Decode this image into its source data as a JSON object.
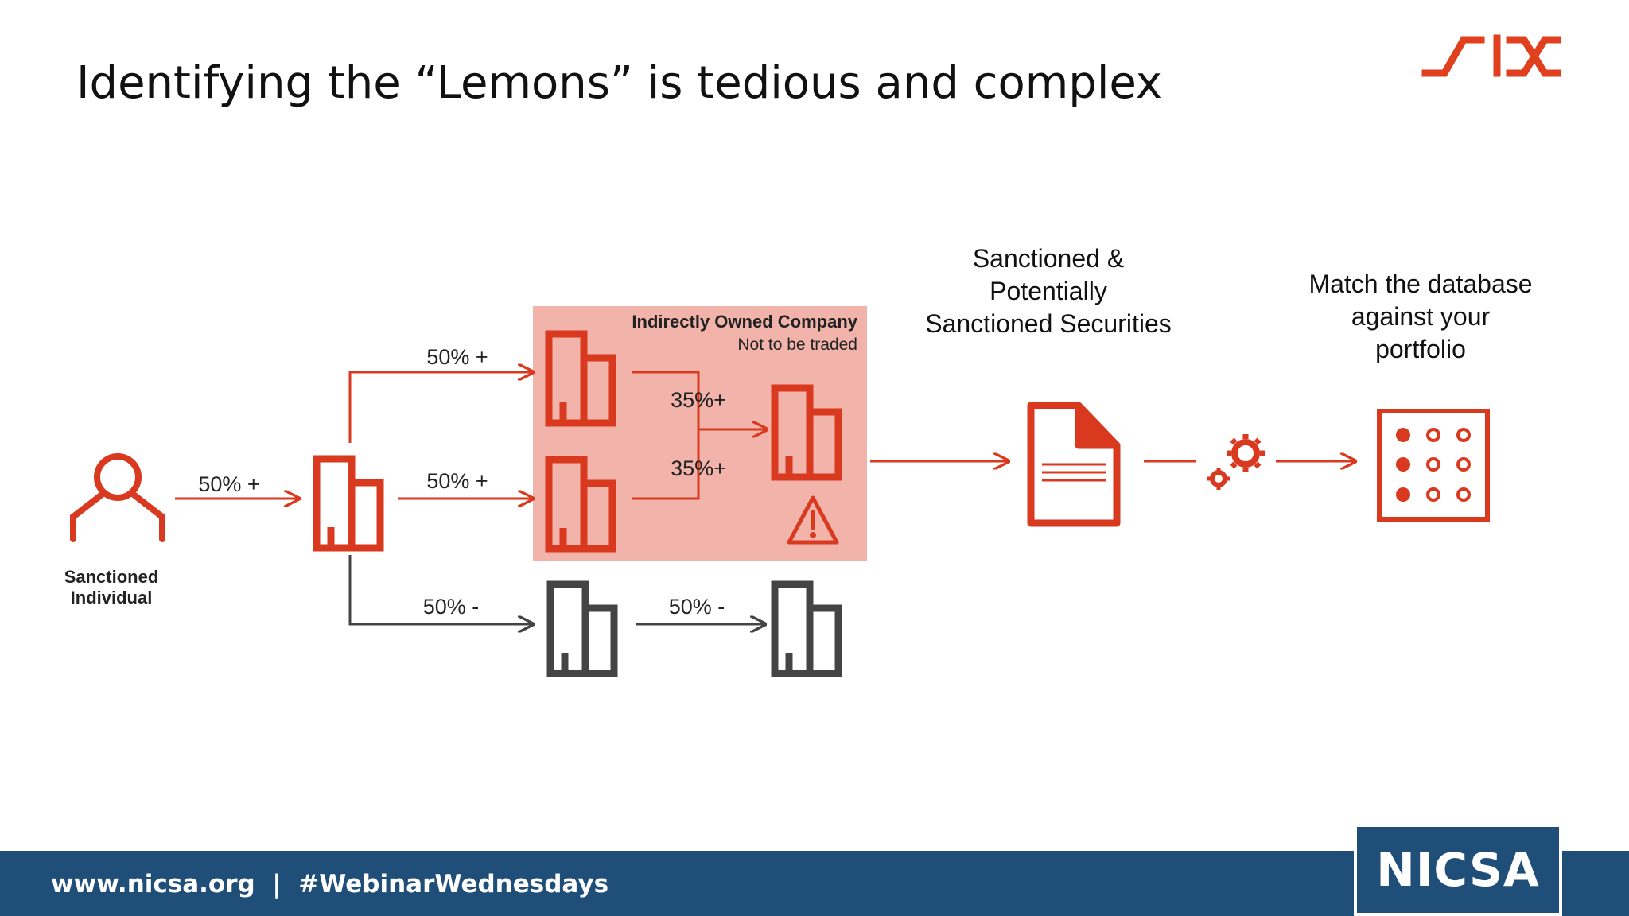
{
  "slide": {
    "title": "Identifying the “Lemons” is tedious and complex"
  },
  "logo": {
    "text": "SIX",
    "color": "#e0401d"
  },
  "diagram": {
    "colors": {
      "accent": "#d9391e",
      "neutral": "#444444",
      "box_fill": "#f2b4aa"
    },
    "source": {
      "label_line1": "Sanctioned",
      "label_line2": "Individual"
    },
    "edges": {
      "individual_to_company": "50% +",
      "company_to_upper": "50% +",
      "company_to_middle": "50% +",
      "company_to_lower": "50% -",
      "upper_to_indirect": "35%+",
      "middle_to_indirect": "35%+",
      "lower_to_next": "50% -"
    },
    "box": {
      "title": "Indirectly Owned Company",
      "subtitle": "Not to be traded"
    },
    "securities_label": [
      "Sanctioned &",
      "Potentially",
      "Sanctioned Securities"
    ],
    "match_label": [
      "Match the database",
      "against your",
      "portfolio"
    ]
  },
  "footer": {
    "text": "www.nicsa.org  |  #WebinarWednesdays",
    "logo_text": "NICSA"
  }
}
